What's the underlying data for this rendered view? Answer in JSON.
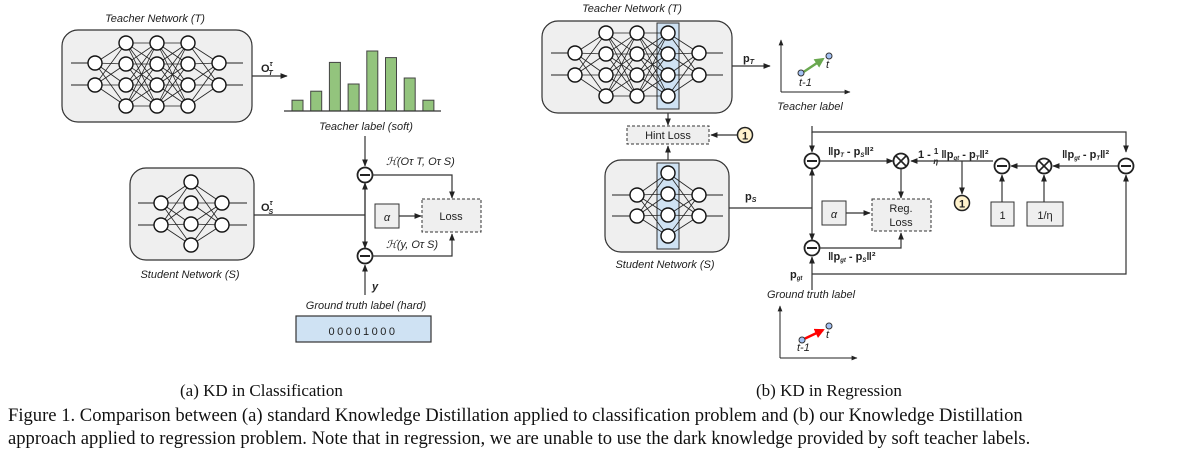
{
  "panel_a": {
    "teacher_title": "Teacher Network (T)",
    "student_title": "Student Network (S)",
    "teacher_output": "O",
    "teacher_output_sup": "τ",
    "teacher_output_sub": "T",
    "student_output": "O",
    "student_output_sup": "τ",
    "student_output_sub": "S",
    "soft_label_title": "Teacher label (soft)",
    "soft_label_bars": [
      0.18,
      0.33,
      0.81,
      0.45,
      1.0,
      0.89,
      0.55,
      0.18
    ],
    "bar_color": "#93c47d",
    "loss_h1": "ℋ(O",
    "loss_h1_full": "ℋ(Oτ T, Oτ S)",
    "loss_h2_full": "ℋ(y, Oτ S)",
    "alpha": "α",
    "loss_box": "Loss",
    "y_label": "y",
    "gt_title": "Ground truth label (hard)",
    "gt_vector": "00001000",
    "gt_box_color": "#cfe2f3",
    "subcaption": "(a) KD in Classification"
  },
  "panel_b": {
    "teacher_title": "Teacher Network (T)",
    "student_title": "Student Network (S)",
    "teacher_output": "p",
    "teacher_output_sub": "T",
    "student_output": "p",
    "student_output_sub": "S",
    "gt_output": "p",
    "gt_output_sub": "gt",
    "hint_loss": "Hint Loss",
    "marker_1": "1",
    "marker_color": "#fff2cc",
    "hint_layer_color": "#cfe2f3",
    "teacher_label_title": "Teacher label",
    "gt_label_title": "Ground truth label",
    "t_minus_1": "t-1",
    "t": "t",
    "teacher_arrow_color": "#6aa84f",
    "gt_arrow_color": "#ff0000",
    "expr_ts": "‖pT - pS‖²",
    "expr_gts": "‖pgt - pS‖²",
    "expr_gtt": "‖pgt - pT‖²",
    "expr_weight": "1 - 1/η ‖pgt - pT‖²",
    "alpha": "α",
    "reg_loss_line1": "Reg.",
    "reg_loss_line2": "Loss",
    "const_one": "1",
    "const_inv_eta": "1/η",
    "subcaption": "(b) KD in Regression"
  },
  "caption": {
    "line1": "Figure 1. Comparison between (a) standard Knowledge Distillation applied to classification problem and (b) our Knowledge Distillation",
    "line2": "approach applied to regression problem. Note that in regression, we are unable to use the dark knowledge provided by soft teacher labels."
  }
}
